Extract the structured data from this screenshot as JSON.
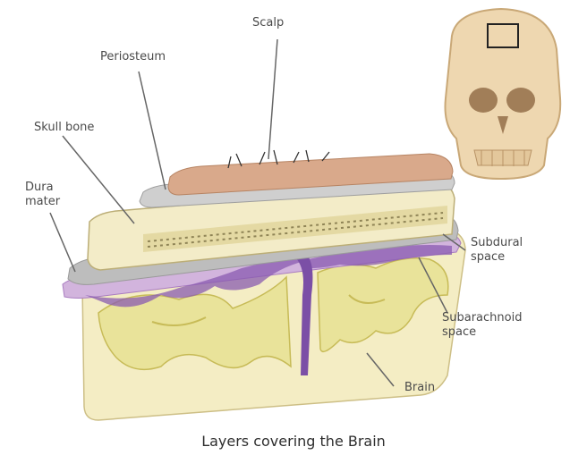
{
  "labels": {
    "scalp": "Scalp",
    "periosteum": "Periosteum",
    "skull_bone": "Skull bone",
    "dura_mater": "Dura\nmater",
    "subdural_space": "Subdural\nspace",
    "subarachnoid_space": "Subarachnoid\nspace",
    "brain": "Brain"
  },
  "caption": "Layers covering the Brain",
  "colors": {
    "scalp": "#d9a98b",
    "periosteum": "#c9c9c9",
    "bone": "#f3ecc8",
    "dura": "#d2b4dd",
    "arachnoid": "#8a5bb0",
    "brain_outer": "#f4edc4",
    "brain_inner": "#e9e39a",
    "label_text": "#4a4a4a"
  },
  "icons": [
    "skull-icon"
  ]
}
